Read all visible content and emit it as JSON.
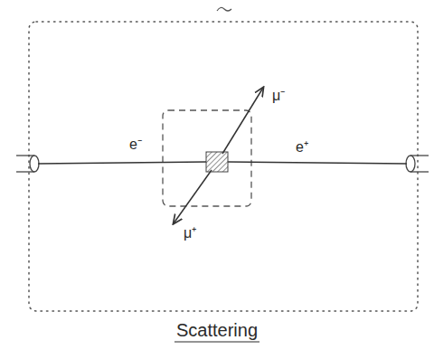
{
  "diagram": {
    "caption": "Scattering",
    "labels": [
      "e⁻",
      "e⁺",
      "μ⁻",
      "μ⁺"
    ]
  }
}
